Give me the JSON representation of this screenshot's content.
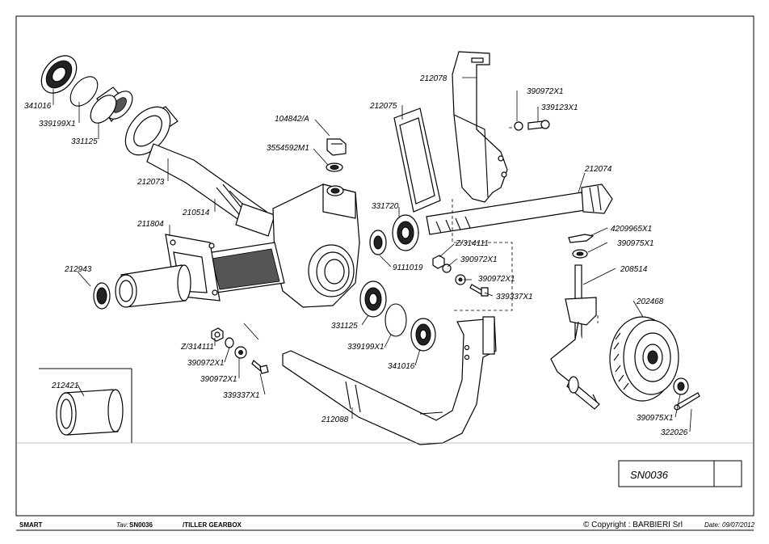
{
  "drawing_number": "SN0036",
  "parts": {
    "p341016_top": "341016",
    "p339199X1_top": "339199X1",
    "p331125_top": "331125",
    "p212073": "212073",
    "p104842A": "104842/A",
    "p3554592M1": "3554592M1",
    "p210514": "210514",
    "p211804": "211804",
    "p212943": "212943",
    "pZ314111_left": "Z/314111",
    "p390972X1_left": "390972X1",
    "p339337X1_left": "339337X1",
    "p212075": "212075",
    "p212078": "212078",
    "p390972X1_top": "390972X1",
    "p339123X1": "339123X1",
    "p212074": "212074",
    "p331720": "331720",
    "p9111019": "9111019",
    "pZ314111_mid": "Z/314111",
    "p390972X1_mid": "390972X1",
    "p390972X1_mid2": "390972X1",
    "p339337X1_mid": "339337X1",
    "p331125_bottom": "331125",
    "p339199X1_bottom": "339199X1",
    "p341016_bottom": "341016",
    "p212088": "212088",
    "p4209965X1": "4209965X1",
    "p390975X1_top": "390975X1",
    "p208514": "208514",
    "p202468": "202468",
    "p390975X1_bottom": "390975X1",
    "p322026": "322026",
    "p212421": "212421"
  },
  "footer": {
    "model": "SMART",
    "tav_label": "Tav:",
    "tav_value": "SN0036",
    "title": "/TILLER GEARBOX",
    "copyright": "© Copyright : BARBIERI Srl",
    "date_label": "Date:",
    "date_value": "09/07/2012"
  }
}
